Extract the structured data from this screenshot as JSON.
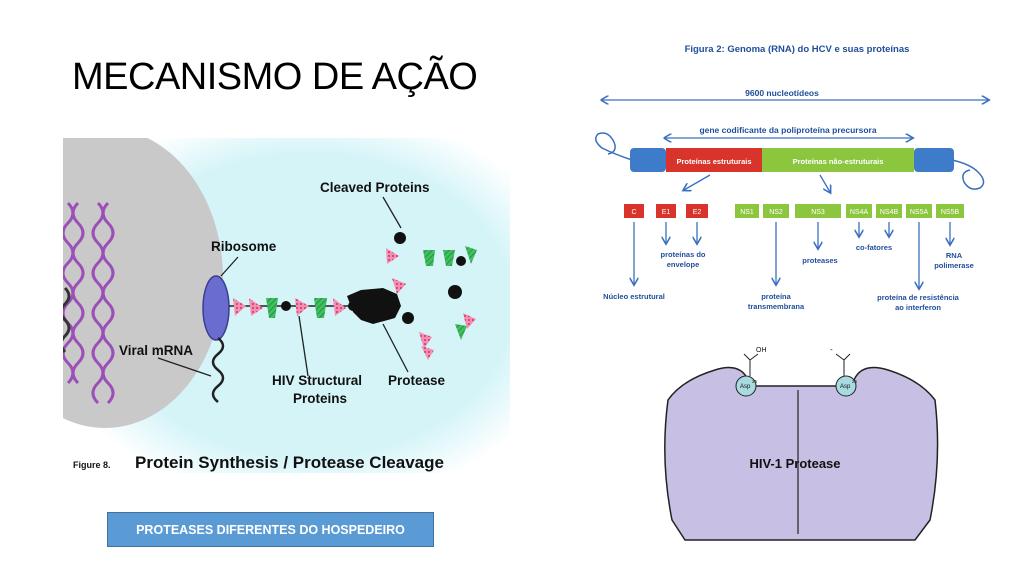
{
  "slide": {
    "title": "MECANISMO DE AÇÃO",
    "button_label": "PROTEASES DIFERENTES DO HOSPEDEIRO"
  },
  "fig8": {
    "caption_prefix": "Figure 8.",
    "caption": "Protein Synthesis / Protease Cleavage",
    "labels": {
      "cleaved": "Cleaved Proteins",
      "ribosome": "Ribosome",
      "mrna": "Viral mRNA",
      "structural_1": "HIV Structural",
      "structural_2": "Proteins",
      "protease": "Protease"
    },
    "colors": {
      "bg": "#d4f4f8",
      "nucleus": "#c9c9c9",
      "pink": "#f06292",
      "green": "#3fbf5f"
    }
  },
  "hcv": {
    "title": "Figura 2: Genoma (RNA) do HCV e suas proteínas",
    "length_label": "9600 nucleotídeos",
    "gene_label": "gene codificante da poliproteína precursora",
    "structural_label": "Proteínas estruturais",
    "nonstructural_label": "Proteínas não-estruturais",
    "proteins": [
      "C",
      "E1",
      "E2",
      "NS1",
      "NS2",
      "NS3",
      "NS4A",
      "NS4B",
      "NS5A",
      "NS5B"
    ],
    "annotations": {
      "nucleo": "Núcleo estrutural",
      "envelope_1": "proteínas do",
      "envelope_2": "envelope",
      "transm_1": "proteína",
      "transm_2": "transmembrana",
      "proteases": "proteases",
      "cofatores": "co-fatores",
      "rna_1": "RNA",
      "rna_2": "polimerase",
      "resist_1": "proteína de resistência",
      "resist_2": "ao interferon"
    },
    "colors": {
      "arrow": "#3a6fbf",
      "blue": "#3e7cc9",
      "red": "#d9342b",
      "green": "#8cc63f",
      "text": "#1f4e9a"
    }
  },
  "hiv": {
    "label": "HIV-1 Protease",
    "oh": "OH",
    "minus": "-",
    "asp": "Asp",
    "sup": "25",
    "colors": {
      "body": "#c7c0e4",
      "asp": "#a8dbe0"
    }
  }
}
